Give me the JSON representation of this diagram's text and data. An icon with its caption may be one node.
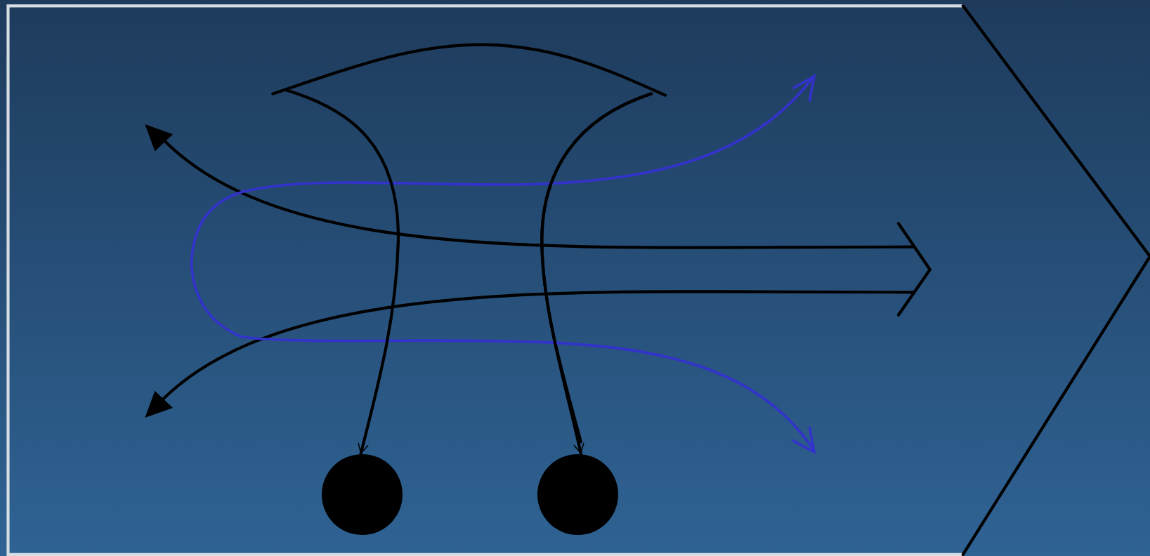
{
  "diagram": {
    "nodes": [
      {
        "text": [],
        "shape": "circle"
      },
      {
        "text": [],
        "shape": "circle"
      }
    ],
    "edges": [
      {
        "from": null,
        "to": 0,
        "arrow": "to"
      },
      {
        "from": null,
        "to": 1,
        "arrow": "to"
      }
    ]
  }
}
